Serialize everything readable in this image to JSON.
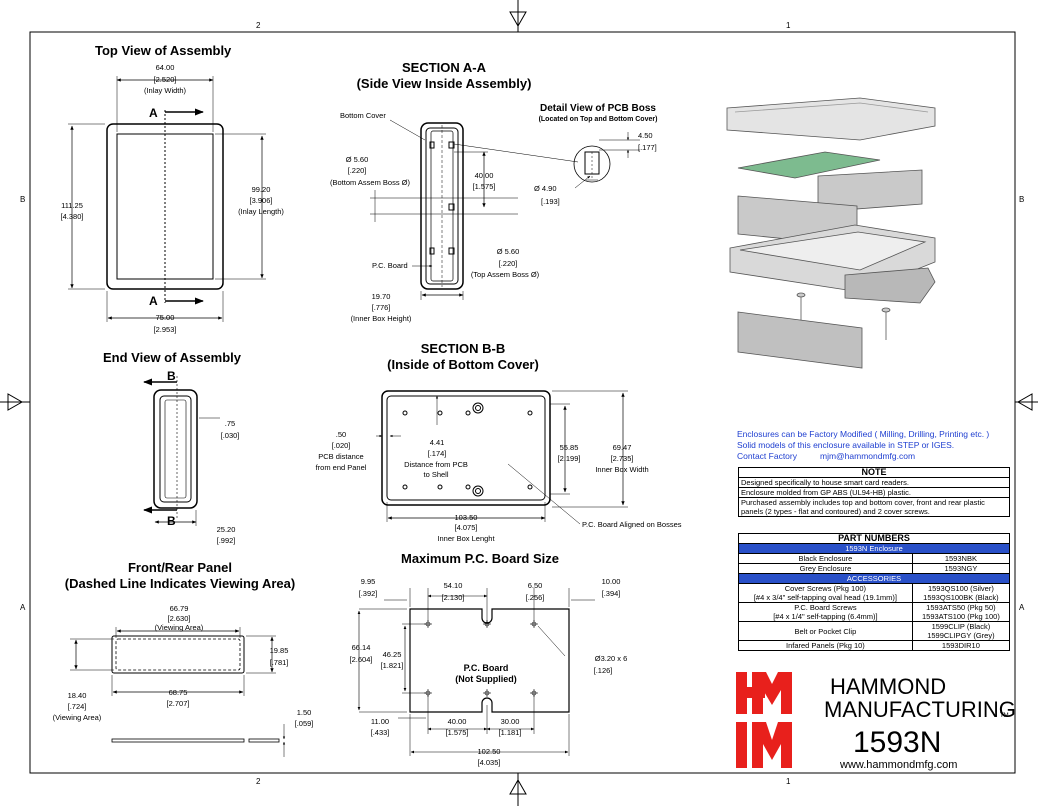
{
  "border": {
    "col_left": "2",
    "col_right": "1",
    "row_top": "B",
    "row_bottom": "A"
  },
  "top_view": {
    "title": "Top View of Assembly",
    "w_mm": "64.00",
    "w_in": "[2.520]",
    "w_note": "(Inlay Width)",
    "h_mm": "111.25",
    "h_in": "[4.380]",
    "ih_mm": "99.20",
    "ih_in": "[3.906]",
    "ih_note": "(Inlay Length)",
    "bw_mm": "75.00",
    "bw_in": "[2.953]",
    "section": "A"
  },
  "section_aa": {
    "title1": "SECTION A-A",
    "title2": "(Side View Inside Assembly)",
    "bottom_cover": "Bottom Cover",
    "boss1_mm": "Ø 5.60",
    "boss1_in": "[.220]",
    "boss1_note": "(Bottom Assem Boss Ø)",
    "d40_mm": "40.00",
    "d40_in": "[1.575]",
    "pcb_board": "P.C. Board",
    "boss2_mm": "Ø 5.60",
    "boss2_in": "[.220]",
    "boss2_note": "(Top Assem Boss Ø)",
    "h_mm": "19.70",
    "h_in": "[.776]",
    "h_note": "(Inner Box Height)"
  },
  "detail": {
    "title": "Detail View of PCB Boss",
    "sub": "(Located on Top and Bottom Cover)",
    "d1_mm": "4.50",
    "d1_in": "[.177]",
    "d2_mm": "Ø 4.90",
    "d2_in": "[.193]"
  },
  "end_view": {
    "title": "End View of Assembly",
    "section": "B",
    "t_mm": ".75",
    "t_in": "[.030]",
    "w_mm": "25.20",
    "w_in": "[.992]"
  },
  "section_bb": {
    "title1": "SECTION B-B",
    "title2": "(Inside of Bottom Cover)",
    "pcb_dist1": ".50",
    "pcb_dist2": "[.020]",
    "pcb_dist3": "PCB distance",
    "pcb_dist4": "from end Panel",
    "ds_mm": "4.41",
    "ds_in": "[.174]",
    "ds_note1": "Distance from PCB",
    "ds_note2": "to Shell",
    "h1_mm": "55.85",
    "h1_in": "[2.199]",
    "h2_mm": "69.47",
    "h2_in": "[2.735]",
    "h2_note": "Inner Box Width",
    "l_mm": "103.50",
    "l_in": "[4.075]",
    "l_note": "Inner Box Lenght",
    "aligned": "P.C. Board Aligned on Bosses"
  },
  "front_rear": {
    "title1": "Front/Rear Panel",
    "title2": "(Dashed Line Indicates Viewing Area)",
    "vw_mm": "66.79",
    "vw_in": "[2.630]",
    "vw_note": "(Viewing Area)",
    "h_mm": "19.85",
    "h_in": "[.781]",
    "vh_mm": "18.40",
    "vh_in": "[.724]",
    "vh_note": "(Viewing Area)",
    "w_mm": "68.75",
    "w_in": "[2.707]",
    "t_mm": "1.50",
    "t_in": "[.059]"
  },
  "max_pcb": {
    "title": "Maximum P.C. Board Size",
    "a_mm": "9.95",
    "a_in": "[.392]",
    "b_mm": "54.10",
    "b_in": "[2.130]",
    "c_mm": "6.50",
    "c_in": "[.256]",
    "d_mm": "10.00",
    "d_in": "[.394]",
    "e_mm": "66.14",
    "e_in": "[2.604]",
    "f_mm": "46.25",
    "f_in": "[1.821]",
    "holes": "Ø3.20 x 6",
    "holes_in": "[.126]",
    "label1": "P.C. Board",
    "label2": "(Not Supplied)",
    "g_mm": "11.00",
    "g_in": "[.433]",
    "h_mm": "40.00",
    "h_in": "[1.575]",
    "i_mm": "30.00",
    "i_in": "[1.181]",
    "j_mm": "102.50",
    "j_in": "[4.035]"
  },
  "info": {
    "line1": "Enclosures can be Factory Modified ( Milling, Drilling, Printing etc. )",
    "line2": "Solid models of this enclosure available in STEP or IGES.",
    "line3a": "Contact Factory",
    "line3b": "mjm@hammondmfg.com"
  },
  "note": {
    "title": "NOTE",
    "rows": [
      "Designed specifically to house smart card readers.",
      "Enclosure molded from GP ABS (UL94-HB) plastic.",
      "Purchased assembly includes top and bottom cover, front and rear plastic panels (2 types - flat and contoured) and 2 cover screws."
    ]
  },
  "parts": {
    "title": "PART NUMBERS",
    "group1": "1593N Enclosure",
    "rows1": [
      [
        "Black Enclosure",
        "1593NBK"
      ],
      [
        "Grey Enclosure",
        "1593NGY"
      ]
    ],
    "group2": "ACCESSORIES",
    "rows2": [
      [
        "Cover Screws (Pkg 100)",
        "[#4 x 3/4\" self-tapping oval head (19.1mm)]",
        "1593QS100 (Silver)",
        "1593QS100BK (Black)"
      ],
      [
        "P.C. Board Screws",
        "[#4 x 1/4\" self-tapping (6.4mm)]",
        "1593ATS50 (Pkg 50)",
        "1593ATS100 (Pkg 100)"
      ],
      [
        "Belt or Pocket Clip",
        "",
        "1599CLIP (Black)",
        "1599CLIPGY (Grey)"
      ],
      [
        "Infared Panels (Pkg 10)",
        "",
        "1593DIR10",
        ""
      ]
    ]
  },
  "brand": {
    "name1": "HAMMOND",
    "name2": "MANUFACTURING",
    "tm": "TM",
    "model": "1593N",
    "url": "www.hammondmfg.com",
    "red": "#e8201c"
  }
}
